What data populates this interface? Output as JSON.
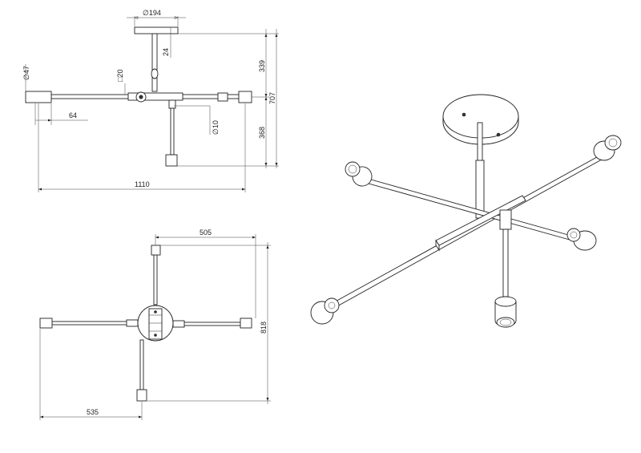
{
  "dimensions": {
    "canopy_diameter": "194",
    "canopy_height": "24",
    "socket_diameter": "47",
    "upper_rod_square": "20",
    "arm_offset": "64",
    "rod_diameter": "10",
    "top_height": "339",
    "bottom_height": "368",
    "total_height": "707",
    "total_width": "1110",
    "top_view_depth": "818",
    "top_view_right_reach": "505",
    "top_view_left_reach": "535"
  },
  "symbols": {
    "diameter": "∅",
    "square": "□"
  },
  "colors": {
    "line": "#222222",
    "background": "#ffffff"
  }
}
